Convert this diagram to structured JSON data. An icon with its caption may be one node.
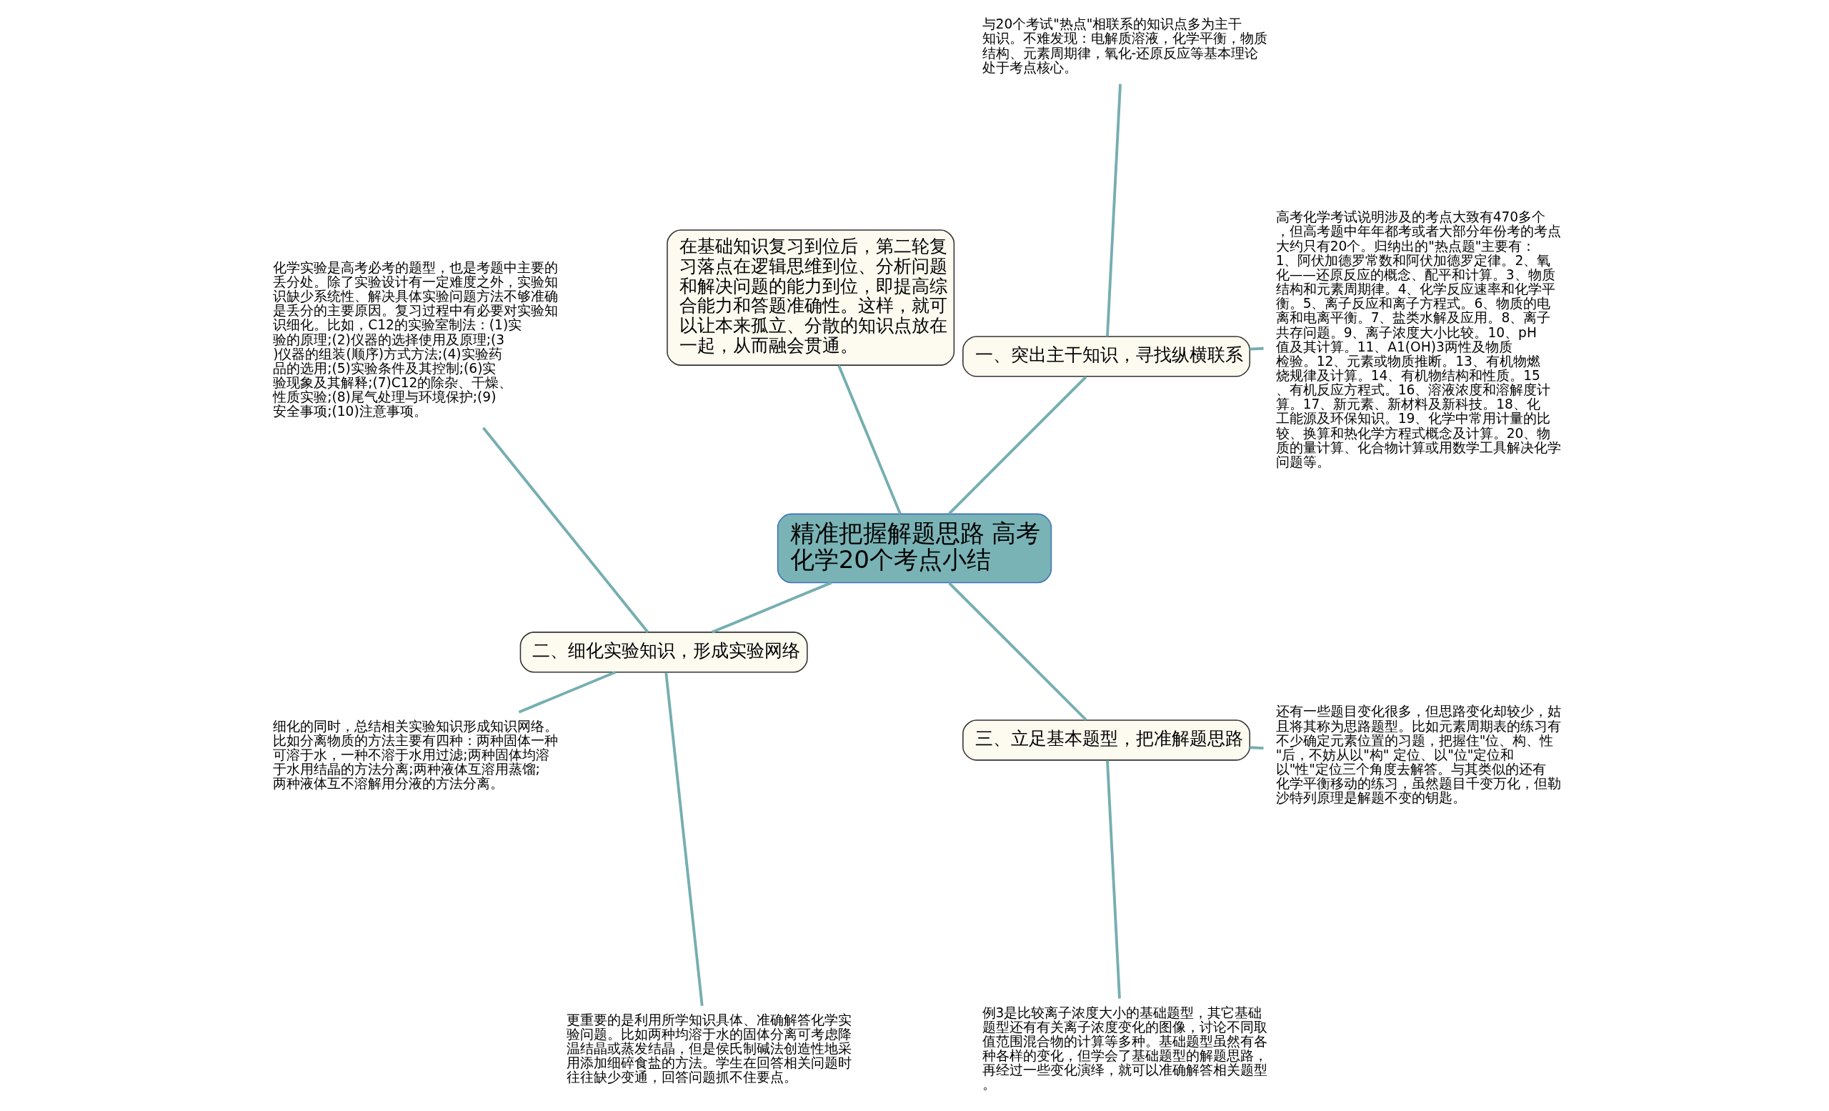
{
  "diagram": {
    "nodes": [
      {
        "text": [
          "精准把握解题思路 高考化学20个考点小结"
        ]
      },
      {
        "text": [
          "一、突出主干知识，寻找纵横联系"
        ]
      },
      {
        "text": [
          "高考化学考试说明涉及的考点大致有470多个，但高考题中年年都考或者大部分年份考的考点大约只有20个。归纳出的\"热点题\"主要有：1、阿伏加德罗常数和阿伏加德罗定律。2、氧化——还原反应的概念、配平和计算。3、物质结构和元素周期律。4、化学反应速率和化学平衡。5、离子反应和离子方程式。6、物质的电离和电离平衡。7、盐类水解及应用。8、离子共存问题。9、离子浓度大小比较。10、pH值及其计算。11、A1(OH)3两性及物质检验。12、元素或物质推断。13、有机物燃烧规律及计算。14、有机物结构和性质。15、有机反应方程式。16、溶液浓度和溶解度计算。17、新元素、新材料及新科技。18、化工能源及环保知识。19、化学中常用计量的比较、换算和热化学方程式概念及计算。20、物质的量计算、化合物计算或用数学工具解决化学问题等。"
        ]
      },
      {
        "text": [
          "与20个考试\"热点\"相联系的知识点多为主干知识。不难发现：电解质溶液，化学平衡，物质结构、元素周期律，氧化-还原反应等基本理论处于考点核心。"
        ]
      },
      {
        "text": [
          "在基础知识复习到位后，第二轮复习落点在逻辑思维到位、分析问题和解决问题的能力到位，即提高综合能力和答题准确性。这样，就可以让本来孤立、分散的知识点放在一起，从而融会贯通。"
        ]
      },
      {
        "text": [
          "二、细化实验知识，形成实验网络"
        ]
      },
      {
        "text": [
          "化学实验是高考必考的题型，也是考题中主要的丢分处。除了实验设计有一定难度之外，实验知识缺少系统性、解决具体实验问题方法不够准确是丢分的主要原因。复习过程中有必要对实验知识细化。比如，C12的实验室制法：(1)实验的原理;(2)仪器的选择使用及原理;(3)仪器的组装(顺序)方式方法;(4)实验药品的选用;(5)实验条件及其控制;(6)实验现象及其解释;(7)C12的除杂、干燥、性质实验;(8)尾气处理与环境保护;(9)安全事项;(10)注意事项。"
        ]
      },
      {
        "text": [
          "细化的同时，总结相关实验知识形成知识网络。比如分离物质的方法主要有四种：两种固体一种可溶于水，一种不溶于水用过滤;两种固体均溶于水用结晶的方法分离;两种液体互溶用蒸馏;两种液体互不溶解用分液的方法分离。"
        ]
      },
      {
        "text": [
          "更重要的是利用所学知识具体、准确解答化学实验问题。比如两种均溶于水的固体分离可考虑降温结晶或蒸发结晶，但是侯氏制碱法创造性地采用添加细碎食盐的方法。学生在回答相关问题时往往缺少变通，回答问题抓不住要点。"
        ]
      },
      {
        "text": [
          "三、立足基本题型，把准解题思路"
        ]
      },
      {
        "text": [
          "例3是比较离子浓度大小的基础题型，其它基础题型还有有关离子浓度变化的图像，讨论不同取值范围混合物的计算等多种。基础题型虽然有各种各样的变化，但学会了基础题型的解题思路，再经过一些变化演绎，就可以准确解答相关题型。"
        ]
      },
      {
        "text": [
          "还有一些题目变化很多，但思路变化却较少，姑且将其称为思路题型。比如元素周期表的练习有不少确定元素位置的习题，把握住\"位、构、性\"后，不妨从以\"构\" 定位、以\"位\"定位和以\"性\"定位三个角度去解答。与其类似的还有化学平衡移动的练习，虽然题目千变万化，但勒沙特列原理是解题不变的钥匙。"
        ]
      }
    ],
    "edges": [
      {
        "from": 0,
        "to": 1,
        "arrow": "none"
      },
      {
        "from": 1,
        "to": 2,
        "arrow": "none"
      },
      {
        "from": 1,
        "to": 3,
        "arrow": "none"
      },
      {
        "from": 0,
        "to": 4,
        "arrow": "none"
      },
      {
        "from": 0,
        "to": 5,
        "arrow": "none"
      },
      {
        "from": 5,
        "to": 6,
        "arrow": "none"
      },
      {
        "from": 5,
        "to": 7,
        "arrow": "none"
      },
      {
        "from": 5,
        "to": 8,
        "arrow": "none"
      },
      {
        "from": 0,
        "to": 9,
        "arrow": "none"
      },
      {
        "from": 9,
        "to": 10,
        "arrow": "none"
      },
      {
        "from": 9,
        "to": 11,
        "arrow": "none"
      }
    ]
  }
}
